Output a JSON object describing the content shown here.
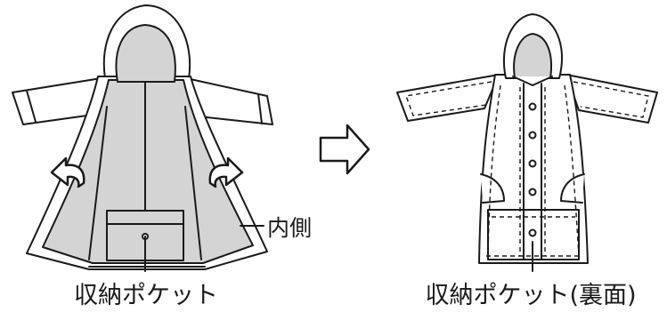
{
  "labels": {
    "inner_side": "内側",
    "storage_pocket": "収納ポケット",
    "storage_pocket_back": "収納ポケット(裏面)"
  },
  "icons": {
    "flip_arrows": "curved-arrow-icon",
    "transition": "right-arrow-icon",
    "buttons": "coat-button-icon"
  },
  "colors": {
    "lining": "#d4d4d4",
    "line": "#1a1a1a",
    "coat": "#ffffff"
  }
}
